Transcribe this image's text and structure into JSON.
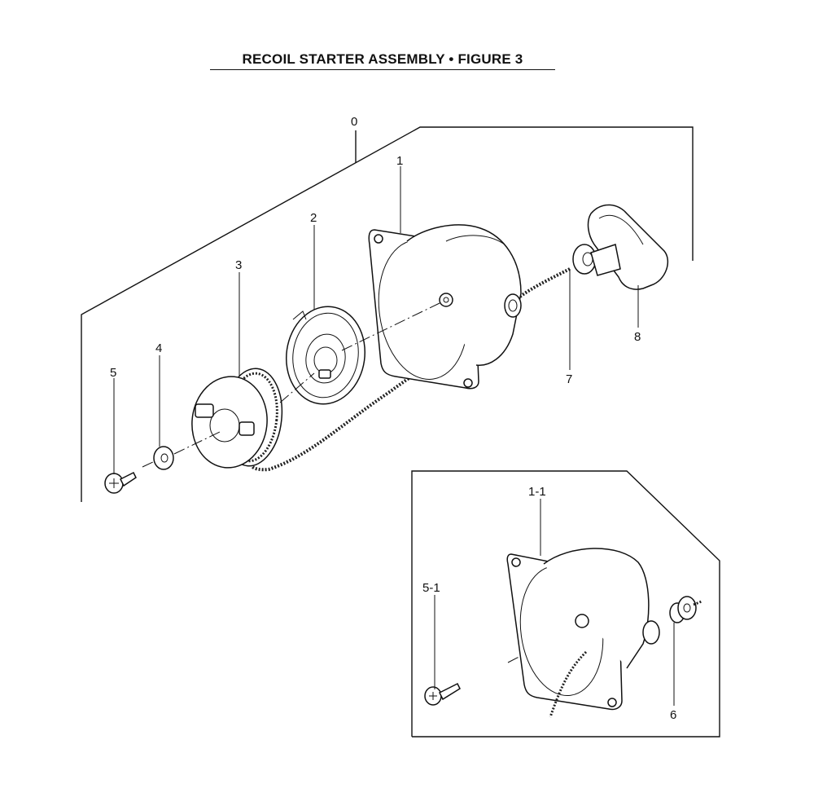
{
  "title": "RECOIL STARTER ASSEMBLY  •  FIGURE 3",
  "callouts": {
    "assembly": "0",
    "case": "1",
    "spring": "2",
    "reel": "3",
    "washer": "4",
    "screw": "5",
    "rope": "7",
    "handle": "8",
    "alt_case": "1-1",
    "alt_screw": "5-1",
    "guide": "6"
  }
}
